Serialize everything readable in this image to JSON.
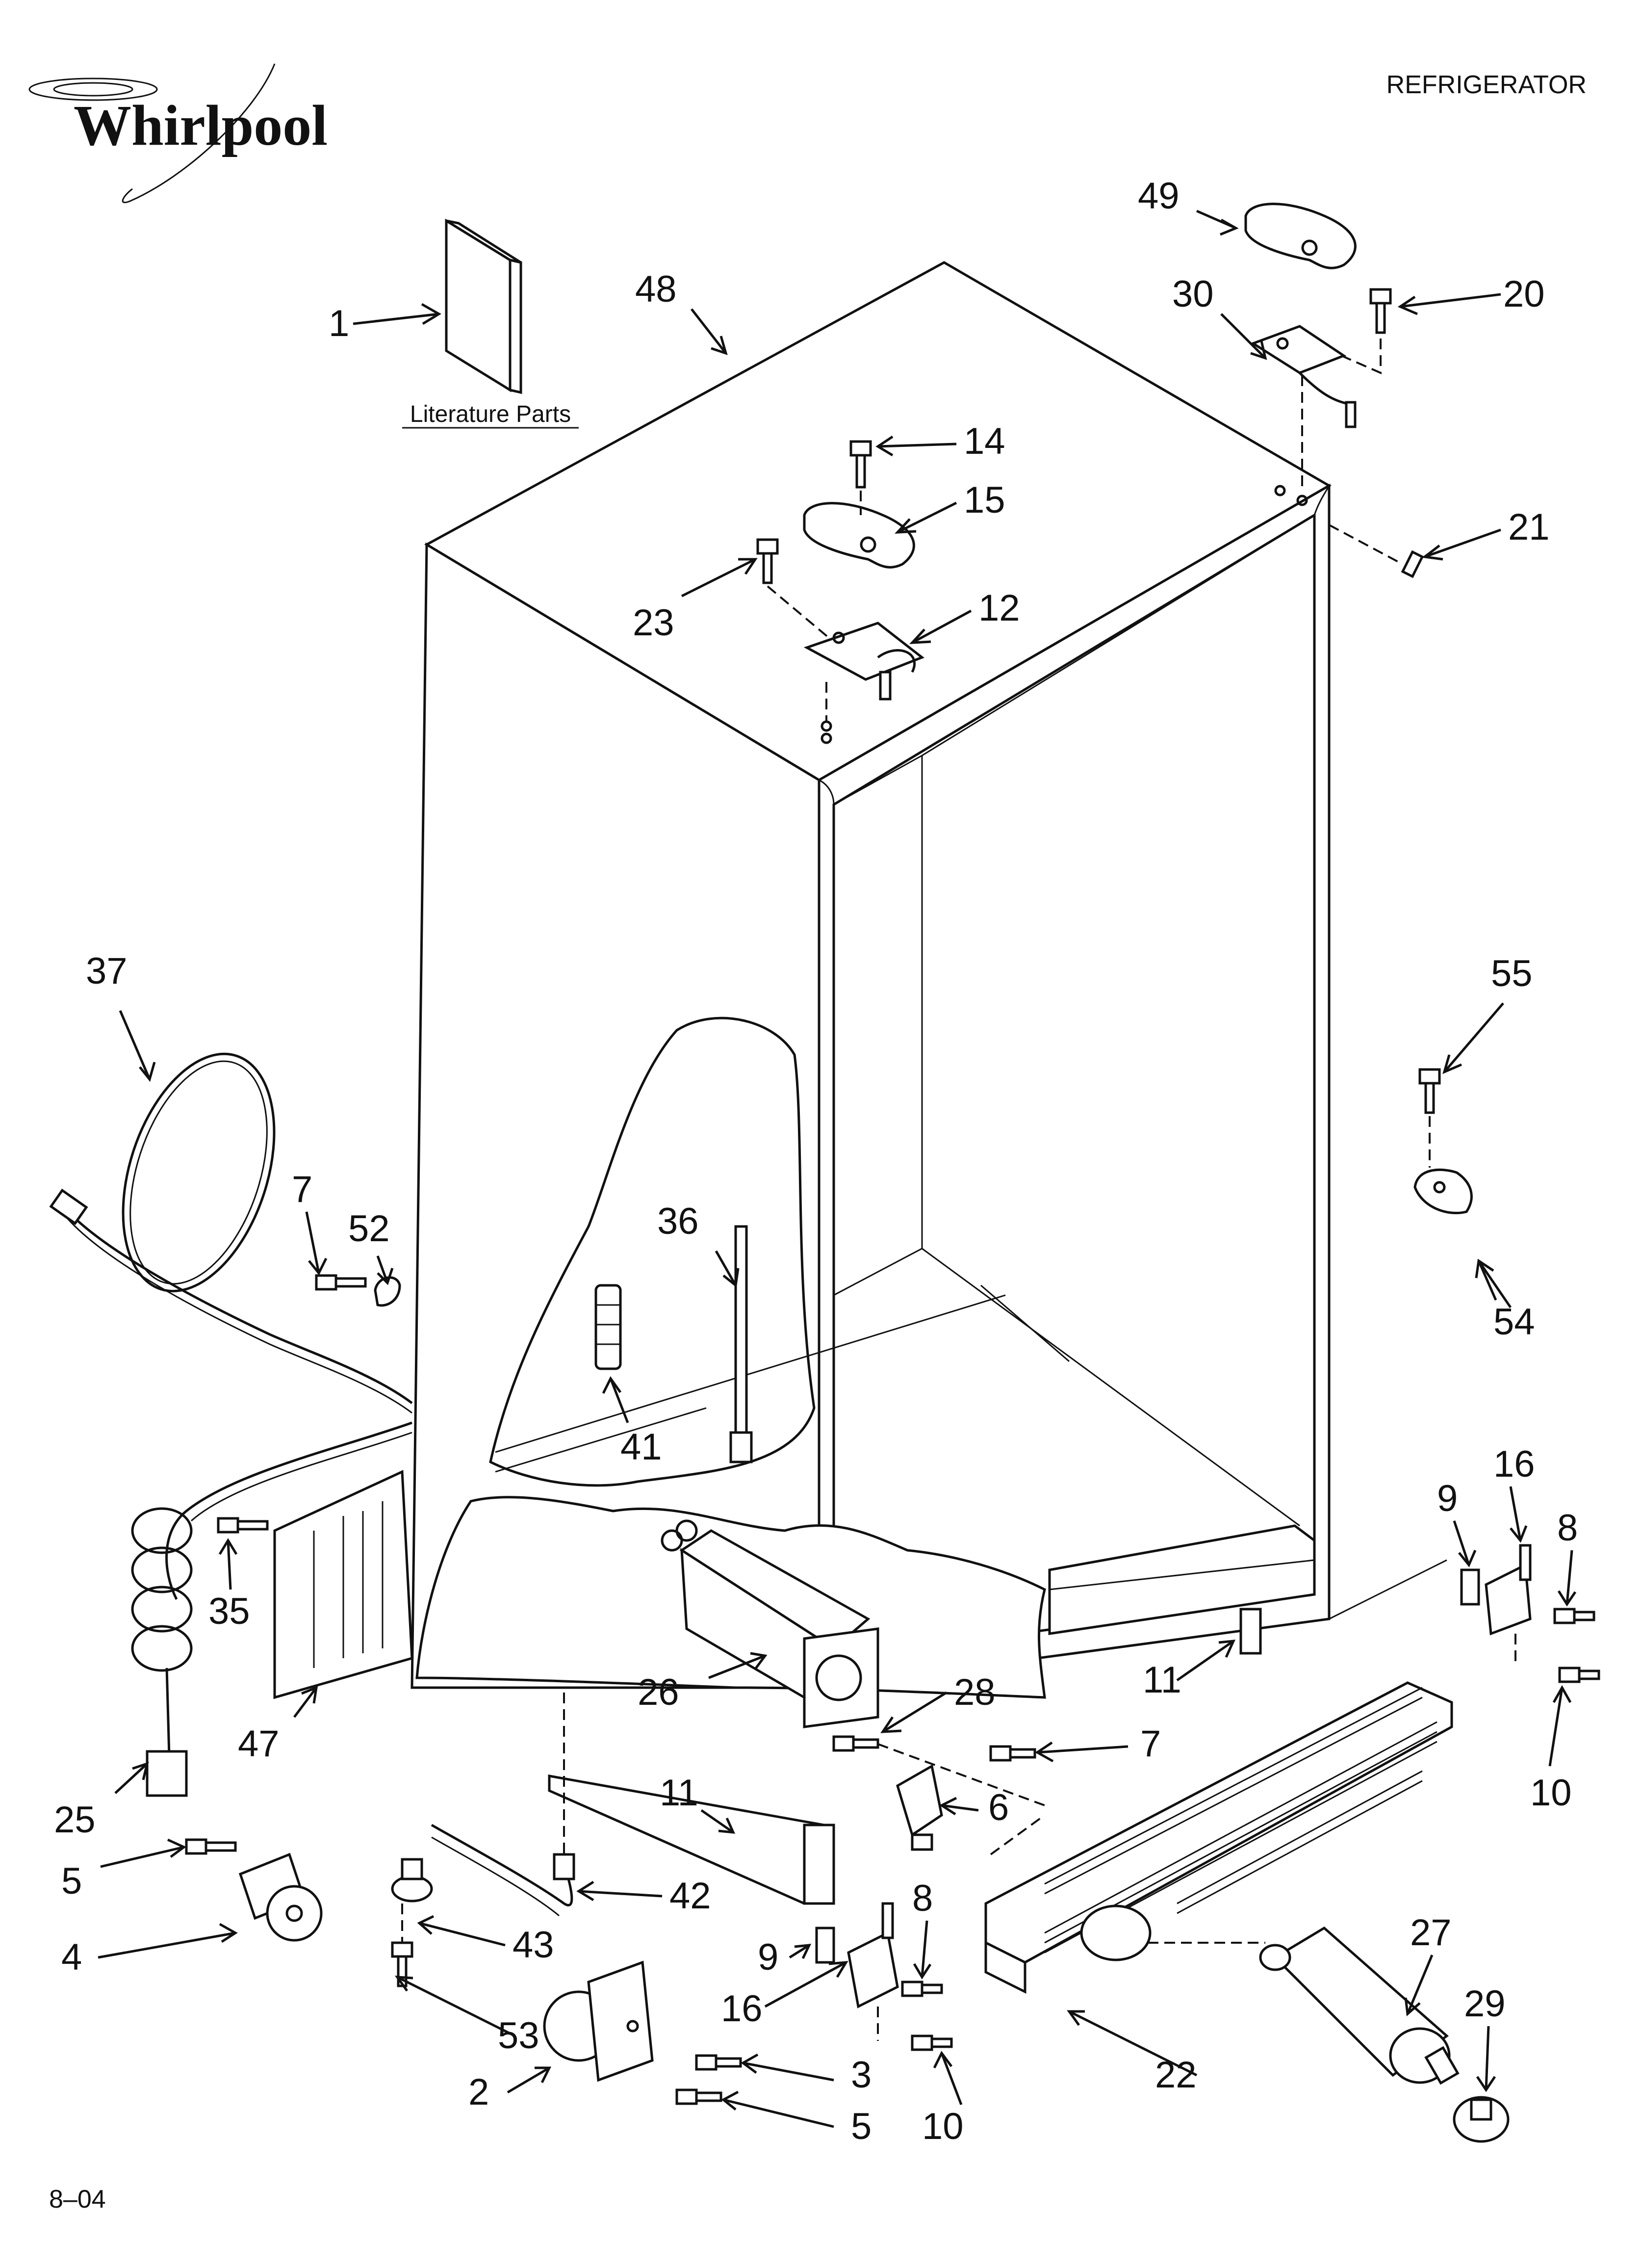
{
  "brand": {
    "name": "Whirlpool"
  },
  "header": {
    "title": "REFRIGERATOR"
  },
  "literature": {
    "label": "Literature Parts"
  },
  "footer": {
    "code": "8–04"
  },
  "callouts": {
    "c1": "1",
    "c48": "48",
    "c49": "49",
    "c30": "30",
    "c20": "20",
    "c14": "14",
    "c15": "15",
    "c23": "23",
    "c12": "12",
    "c21": "21",
    "c37": "37",
    "c55": "55",
    "c36": "36",
    "c7a": "7",
    "c52": "52",
    "c54": "54",
    "c41": "41",
    "c9a": "9",
    "c16a": "16",
    "c8a": "8",
    "c35": "35",
    "c28": "28",
    "c26": "26",
    "c11a": "11",
    "c47": "47",
    "c7b": "7",
    "c10a": "10",
    "c6": "6",
    "c25": "25",
    "c11b": "11",
    "c5a": "5",
    "c42": "42",
    "c8b": "8",
    "c27": "27",
    "c4": "4",
    "c43": "43",
    "c9b": "9",
    "c29": "29",
    "c16b": "16",
    "c53": "53",
    "c2": "2",
    "c3": "3",
    "c22": "22",
    "c5b": "5",
    "c10b": "10"
  }
}
